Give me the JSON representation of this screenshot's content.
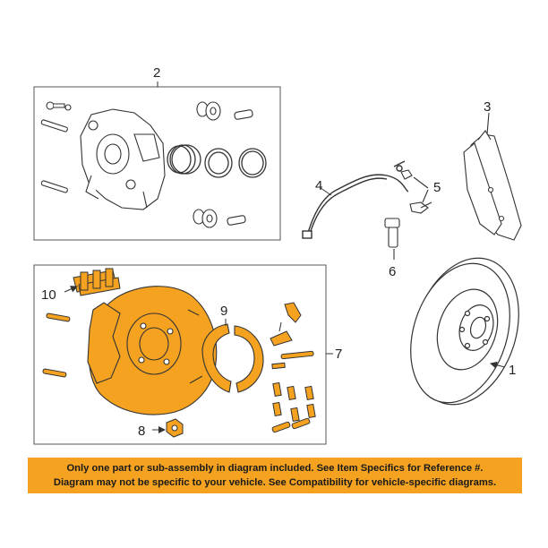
{
  "callouts": {
    "c1": "1",
    "c2": "2",
    "c3": "3",
    "c4": "4",
    "c5": "5",
    "c6": "6",
    "c7": "7",
    "c8": "8",
    "c9": "9",
    "c10": "10"
  },
  "banner": {
    "line1": "Only one part or sub-assembly in diagram included. See Item Specifics for Reference #.",
    "line2": "Diagram may not be specific to your vehicle. See Compatibility for vehicle-specific diagrams."
  },
  "colors": {
    "highlight": "#f4a21f",
    "banner": "#f4a21f",
    "line": "#333333"
  }
}
